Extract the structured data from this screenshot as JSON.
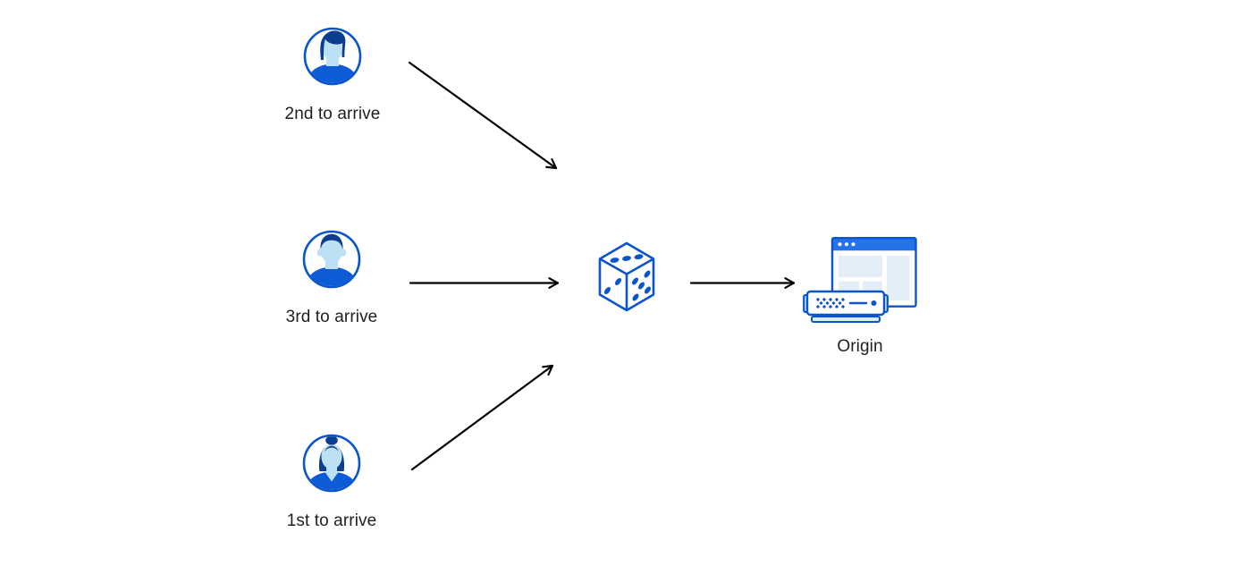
{
  "diagram": {
    "description": "Three visitors arrive in random order, pass through a random selection (dice), and are forwarded to an origin server",
    "nodes": {
      "user_top": {
        "label": "2nd to arrive",
        "icon": "man-pompadour-avatar-icon"
      },
      "user_middle": {
        "label": "3rd to arrive",
        "icon": "man-short-hair-avatar-icon"
      },
      "user_bottom": {
        "label": "1st to arrive",
        "icon": "woman-bun-avatar-icon"
      },
      "randomizer": {
        "label": "",
        "icon": "dice-icon"
      },
      "origin": {
        "label": "Origin",
        "icon": "origin-server-icon"
      }
    },
    "edges": [
      {
        "from": "user_top",
        "to": "randomizer"
      },
      {
        "from": "user_middle",
        "to": "randomizer"
      },
      {
        "from": "user_bottom",
        "to": "randomizer"
      },
      {
        "from": "randomizer",
        "to": "origin"
      }
    ],
    "colors": {
      "primary_blue": "#0b55cc",
      "titlebar_blue": "#2573e8",
      "navy_hair": "#0d3d8f",
      "shirt_blue": "#0d5bd7",
      "face_light_blue": "#bde1f4",
      "panel_light_blue": "#e3eef8",
      "server_tab_blue": "#cfe7f7",
      "server_base_blue": "#dcecf8",
      "arrow": "#000000",
      "text": "#1d1f23",
      "background": "#ffffff"
    }
  }
}
